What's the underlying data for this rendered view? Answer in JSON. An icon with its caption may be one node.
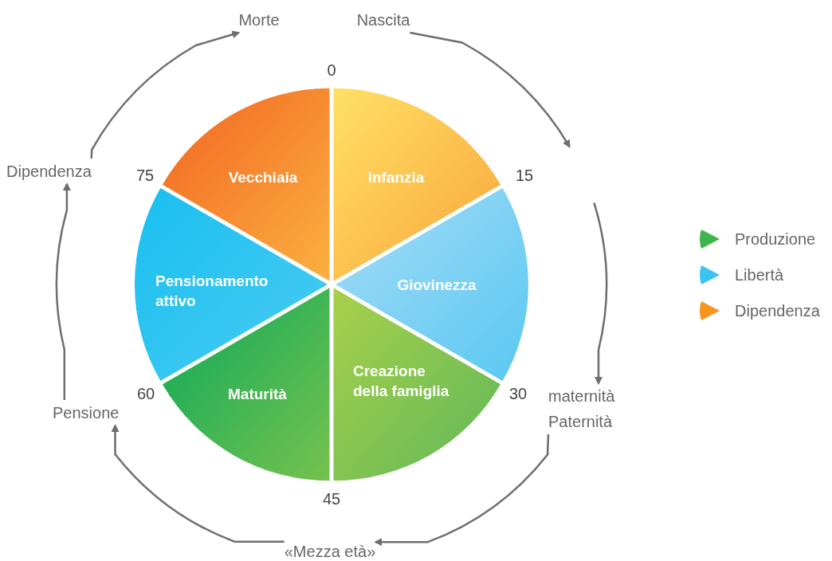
{
  "diagram": {
    "nodes": [
      {
        "text": [
          "Infanzia"
        ]
      },
      {
        "text": [
          "Giovinezza"
        ]
      },
      {
        "text": [
          "Creazione della famiglia"
        ]
      },
      {
        "text": [
          "Maturità"
        ]
      },
      {
        "text": [
          "Pensionamento attivo"
        ]
      },
      {
        "text": [
          "Vecchiaia"
        ]
      },
      {
        "text": [
          "Nascita"
        ]
      },
      {
        "text": [
          "maternità Paternità"
        ]
      },
      {
        "text": [
          "«Mezza età»"
        ]
      },
      {
        "text": [
          "Pensione"
        ]
      },
      {
        "text": [
          "Dipendenza"
        ]
      },
      {
        "text": [
          "Morte"
        ]
      }
    ],
    "edges": [
      {
        "from": 6,
        "to": null,
        "arrow": "to"
      },
      {
        "from": null,
        "to": 7,
        "arrow": "to"
      },
      {
        "from": 7,
        "to": 8,
        "arrow": "to"
      },
      {
        "from": 8,
        "to": 9,
        "arrow": "to"
      },
      {
        "from": 9,
        "to": 10,
        "arrow": "to"
      },
      {
        "from": 10,
        "to": 11,
        "arrow": "to"
      }
    ],
    "labels": [
      "0",
      "15",
      "30",
      "45",
      "60",
      "75"
    ],
    "legend": [
      {
        "text": "Produzione",
        "color": "#3db54a"
      },
      {
        "text": "Libertà",
        "color": "#3cc4f0"
      },
      {
        "text": "Dipendenza",
        "color": "#f7941d"
      }
    ]
  }
}
